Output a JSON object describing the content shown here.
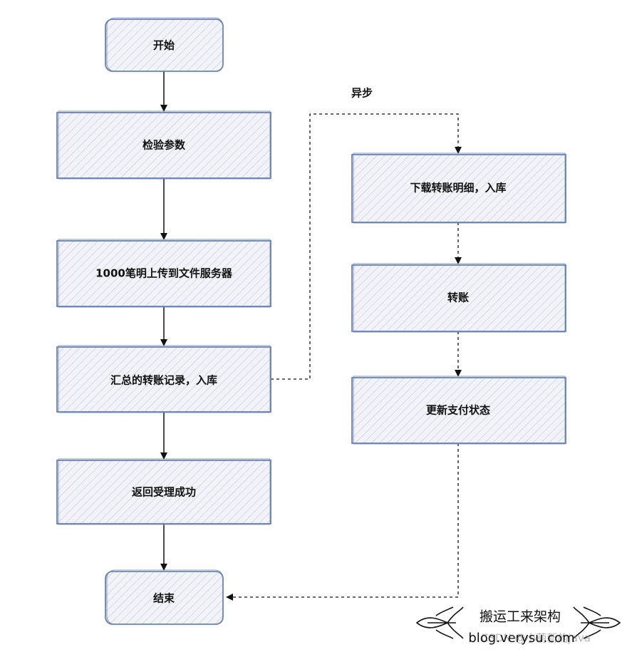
{
  "colors": {
    "box_border": "#6b82b3",
    "box_fill": "#f1f3f8",
    "hatch": "#c4c9d2",
    "arrow": "#111111",
    "text": "#111111",
    "watermark_faint": "#999999"
  },
  "nodes": {
    "start": "开始",
    "validate": "检验参数",
    "upload": "1000笔明上传到文件服务器",
    "summary": "汇总的转账记录，入库",
    "accepted": "返回受理成功",
    "end": "结束",
    "download": "下载转账明细，入库",
    "transfer": "转账",
    "update": "更新支付状态"
  },
  "labels": {
    "async": "异步"
  },
  "watermark": {
    "title": "搬运工来架构",
    "url": "blog.verysu.com",
    "csdn": "CSDN @小萌新的java"
  }
}
